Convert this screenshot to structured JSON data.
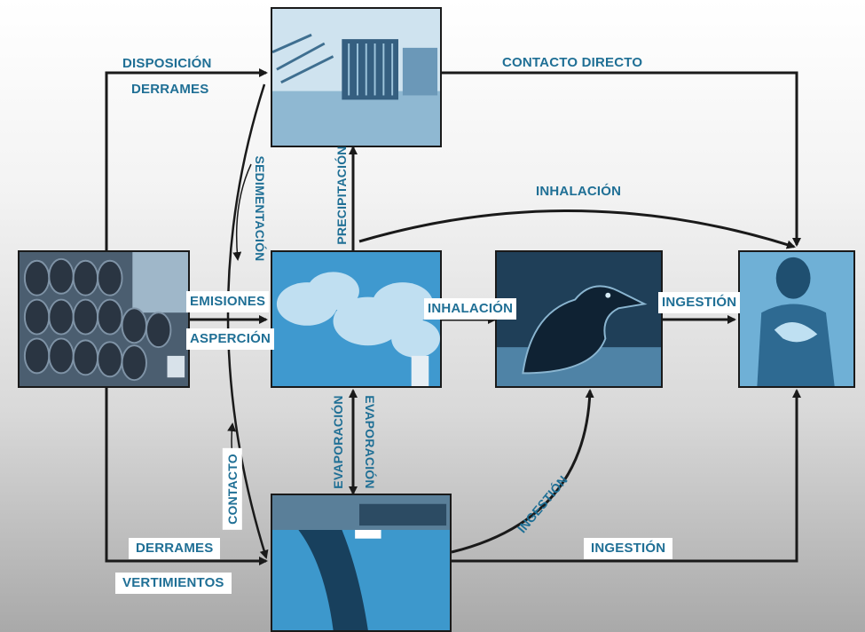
{
  "colors": {
    "label": "#1f6f95",
    "arrow": "#1a1a1a",
    "photo_blue": "#3b94c7"
  },
  "nodes": {
    "source": {
      "icon": "barrels-photo"
    },
    "soil": {
      "icon": "transformer-site-photo"
    },
    "air": {
      "icon": "smokestack-emissions-photo"
    },
    "water": {
      "icon": "contaminated-water-photo"
    },
    "animal": {
      "icon": "oiled-bird-photo"
    },
    "human": {
      "icon": "human-torso-photo"
    }
  },
  "labels": {
    "disposicion": "DISPOSICIÓN",
    "derrames_top": "DERRAMES",
    "contacto_directo": "CONTACTO DIRECTO",
    "sedimentacion": "SEDIMENTACIÓN",
    "precipitacion": "PRECIPITACIÓN",
    "inhalacion_top": "INHALACIÓN",
    "emisiones": "EMISIONES",
    "aspercion": "ASPERCIÓN",
    "inhalacion_mid": "INHALACIÓN",
    "ingestion_mid": "INGESTIÓN",
    "evaporacion_left": "EVAPORACIÓN",
    "evaporacion_right": "EVAPORACIÓN",
    "contacto": "CONTACTO",
    "ingestion_curve": "INGESTIÓN",
    "derrames_bottom": "DERRAMES",
    "ingestion_bottom": "INGESTIÓN",
    "vertimientos": "VERTIMIENTOS"
  }
}
